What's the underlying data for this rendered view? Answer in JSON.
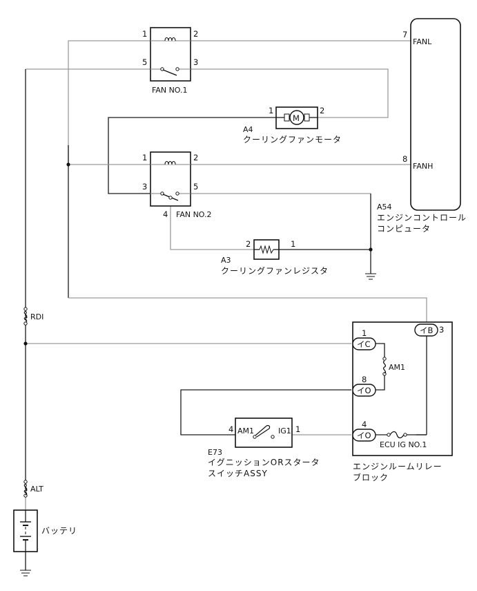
{
  "relay_fan1": {
    "name": "FAN NO.1",
    "pins": {
      "coil_in": "1",
      "coil_out": "2",
      "com": "5",
      "no": "3"
    }
  },
  "relay_fan2": {
    "name": "FAN NO.2",
    "pins": {
      "coil_in": "1",
      "coil_out": "2",
      "nc": "3",
      "no": "5",
      "com": "4"
    }
  },
  "fan_motor": {
    "code": "A4",
    "name": "クーリングファンモータ",
    "symbol": "M",
    "pins": {
      "a": "1",
      "b": "2"
    }
  },
  "fan_resistor": {
    "code": "A3",
    "name": "クーリングファンレジスタ",
    "pins": {
      "a": "2",
      "b": "1"
    }
  },
  "ecu": {
    "code": "A54",
    "name_line1": "エンジンコントロール",
    "name_line2": "コンピュータ",
    "pins": [
      {
        "num": "7",
        "label": "FANL"
      },
      {
        "num": "8",
        "label": "FANH"
      }
    ]
  },
  "relay_block": {
    "name_line1": "エンジンルームリレー",
    "name_line2": "ブロック",
    "connectors": [
      {
        "id": "iB",
        "label": "イB",
        "pin": "3"
      },
      {
        "id": "iC",
        "label": "イC",
        "pin": "1"
      },
      {
        "id": "iO8",
        "label": "イO",
        "pin": "8"
      },
      {
        "id": "iO4",
        "label": "イO",
        "pin": "4"
      }
    ],
    "fuse_am1": "AM1",
    "fuse_ecu_ig": "ECU IG NO.1"
  },
  "ignition_switch": {
    "code": "E73",
    "name_line1": "イグニッションORスタータ",
    "name_line2": "スイッチASSY",
    "pins": {
      "am1_num": "4",
      "am1": "AM1",
      "ig1": "IG1",
      "ig1_num": "1"
    }
  },
  "fusible_links": [
    {
      "id": "rdi",
      "label": "RDI"
    },
    {
      "id": "alt",
      "label": "ALT"
    }
  ],
  "battery": {
    "name": "バッテリ"
  }
}
